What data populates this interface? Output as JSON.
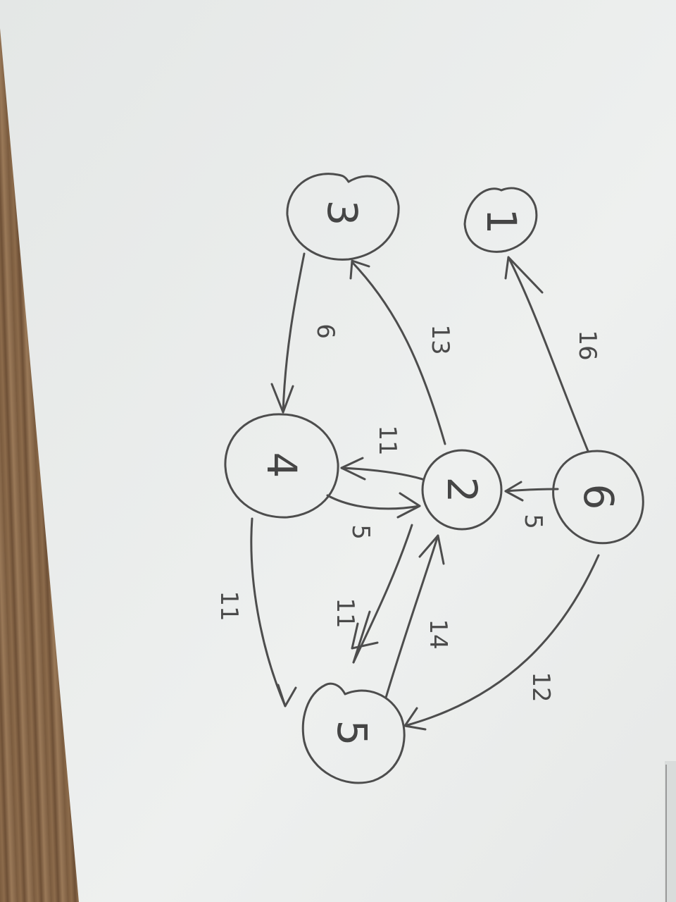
{
  "colors": {
    "paper": "#ebeeee",
    "pencil": "#4d4d4d",
    "wood": "#8a6a4a"
  },
  "nodes": [
    {
      "id": "n1",
      "label": "1"
    },
    {
      "id": "n2",
      "label": "2"
    },
    {
      "id": "n3",
      "label": "3"
    },
    {
      "id": "n4",
      "label": "4"
    },
    {
      "id": "n5",
      "label": "5"
    },
    {
      "id": "n6",
      "label": "6"
    }
  ],
  "edges": [
    {
      "from": "3",
      "to": "4",
      "weight": "6"
    },
    {
      "from": "2",
      "to": "3",
      "weight": "13"
    },
    {
      "from": "6",
      "to": "1",
      "weight": "16"
    },
    {
      "from": "2",
      "to": "4",
      "weight": "11"
    },
    {
      "from": "4",
      "to": "2",
      "weight": "5"
    },
    {
      "from": "6",
      "to": "2",
      "weight": "5"
    },
    {
      "from": "4",
      "to": "5",
      "weight": "11"
    },
    {
      "from": "2",
      "to": "5",
      "weight": "11"
    },
    {
      "from": "5",
      "to": "2",
      "weight": "14"
    },
    {
      "from": "6",
      "to": "5",
      "weight": "12"
    }
  ]
}
